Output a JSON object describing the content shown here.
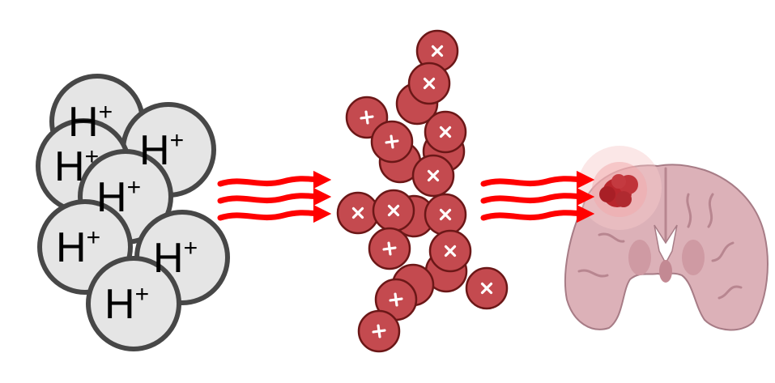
{
  "protons": {
    "label_base": "H",
    "label_charge": "+",
    "count": 7
  },
  "ions": {
    "symbols": [
      "plus",
      "cross"
    ],
    "count": 20
  },
  "colors": {
    "proton_fill": "#e5e5e5",
    "proton_stroke": "#474747",
    "ion_fill": "#c44a4f",
    "arrow": "#ff0000",
    "tumor": "#b82a30",
    "brain": "#dcb1b8"
  }
}
